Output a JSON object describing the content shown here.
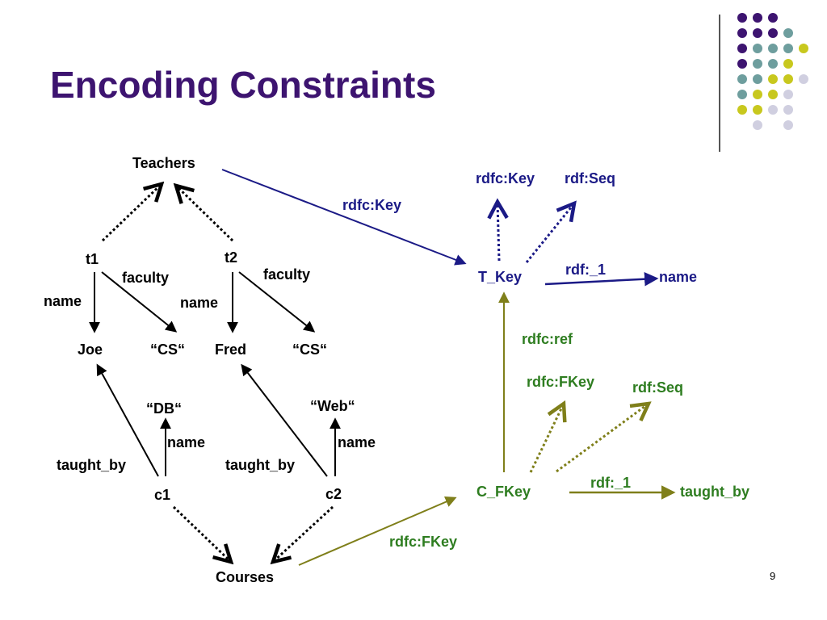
{
  "slide": {
    "title": "Encoding Constraints",
    "page_number": "9"
  },
  "colors": {
    "title": "#3d1470",
    "blue_edges": "#1b1a86",
    "olive_edges": "#7f7f1a",
    "green_text": "#2e7d20",
    "deco_purple": "#3d1470",
    "deco_teal": "#6e9e9e",
    "deco_yellow": "#c8c81e",
    "deco_lavender": "#d0cfe0"
  },
  "graph": {
    "nodes": {
      "teachers": "Teachers",
      "t1": "t1",
      "t2": "t2",
      "joe": "Joe",
      "cs1": "“CS“",
      "fred": "Fred",
      "cs2": "“CS“",
      "db": "“DB“",
      "web": "“Web“",
      "c1": "c1",
      "c2": "c2",
      "courses": "Courses"
    },
    "edge_labels": {
      "t1_faculty": "faculty",
      "t1_name": "name",
      "t2_faculty": "faculty",
      "t2_name": "name",
      "c1_taught_by": "taught_by",
      "c1_name": "name",
      "c2_taught_by": "taught_by",
      "c2_name": "name"
    }
  },
  "schema": {
    "key_section": {
      "edge_label_teachers": "rdfc:Key",
      "t_key": "T_Key",
      "rdfc_key": "rdfc:Key",
      "rdf_seq": "rdf:Seq",
      "rdf_1": "rdf:_1",
      "name": "name"
    },
    "fkey_section": {
      "rdfc_ref": "rdfc:ref",
      "rdfc_fkey_top": "rdfc:FKey",
      "rdf_seq": "rdf:Seq",
      "c_fkey": "C_FKey",
      "rdf_1": "rdf:_1",
      "taught_by": "taught_by",
      "edge_label_courses": "rdfc:FKey"
    }
  }
}
